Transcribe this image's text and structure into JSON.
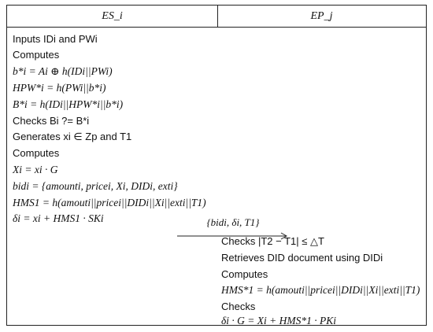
{
  "header": {
    "left": "ES_i",
    "right": "EP_j"
  },
  "es_lines": [
    {
      "text": "Inputs IDi and PWi",
      "kind": "plain"
    },
    {
      "text": "Computes",
      "kind": "plain"
    },
    {
      "text": "b*i = Ai ⊕ h(IDi||PWi)",
      "kind": "math"
    },
    {
      "text": "HPW*i = h(PWi||b*i)",
      "kind": "math"
    },
    {
      "text": "B*i = h(IDi||HPW*i||b*i)",
      "kind": "math"
    },
    {
      "text": "Checks Bi ?= B*i",
      "kind": "plain"
    },
    {
      "text": "Generates xi ∈ Zp and T1",
      "kind": "plain"
    },
    {
      "text": "Computes",
      "kind": "plain"
    },
    {
      "text": "Xi = xi · G",
      "kind": "math"
    },
    {
      "text": "bidi = {amounti, pricei, Xi, DIDi, exti}",
      "kind": "math"
    },
    {
      "text": "HMS1 = h(amouti||pricei||DIDi||Xi||exti||T1)",
      "kind": "math"
    },
    {
      "text": "δi = xi + HMS1 · SKi",
      "kind": "math"
    }
  ],
  "message": "{bidi, δi, T1}",
  "ep_lines": [
    {
      "text": "Checks |T2 − T1| ≤ △T",
      "kind": "plain"
    },
    {
      "text": "Retrieves DID document using DIDi",
      "kind": "plain"
    },
    {
      "text": "Computes",
      "kind": "plain"
    },
    {
      "text": "HMS*1 = h(amouti||pricei||DIDi||Xi||exti||T1)",
      "kind": "math"
    },
    {
      "text": "Checks",
      "kind": "plain"
    },
    {
      "text": "δi · G = Xi + HMS*1 · PKi",
      "kind": "math"
    }
  ]
}
